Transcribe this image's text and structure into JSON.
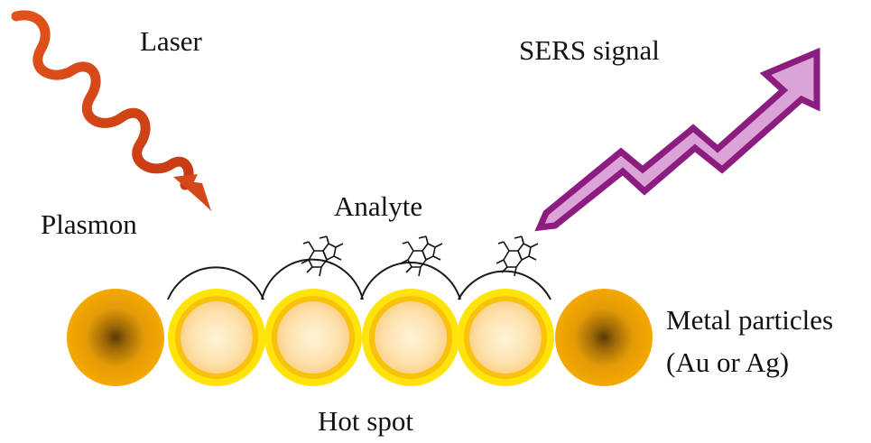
{
  "labels": {
    "laser": "Laser",
    "plasmon": "Plasmon",
    "analyte": "Analyte",
    "sers_signal": "SERS signal",
    "metal_particles_line1": "Metal particles",
    "metal_particles_line2": "(Au or Ag)",
    "hot_spot": "Hot spot"
  },
  "colors": {
    "laser_wave": "#d4481a",
    "sers_arrow_fill": "#dca3d7",
    "sers_arrow_stroke": "#8c1c7f",
    "particle_outer": "#f0a100",
    "particle_core": "#5a3a08",
    "hotspot_ring": "#ffe30a",
    "hotspot_fill": "#fde5b5",
    "field_arc": "#1a1a1a"
  },
  "particles": {
    "plain_count": 2,
    "hotspot_count": 4
  },
  "molecule_count": 3
}
